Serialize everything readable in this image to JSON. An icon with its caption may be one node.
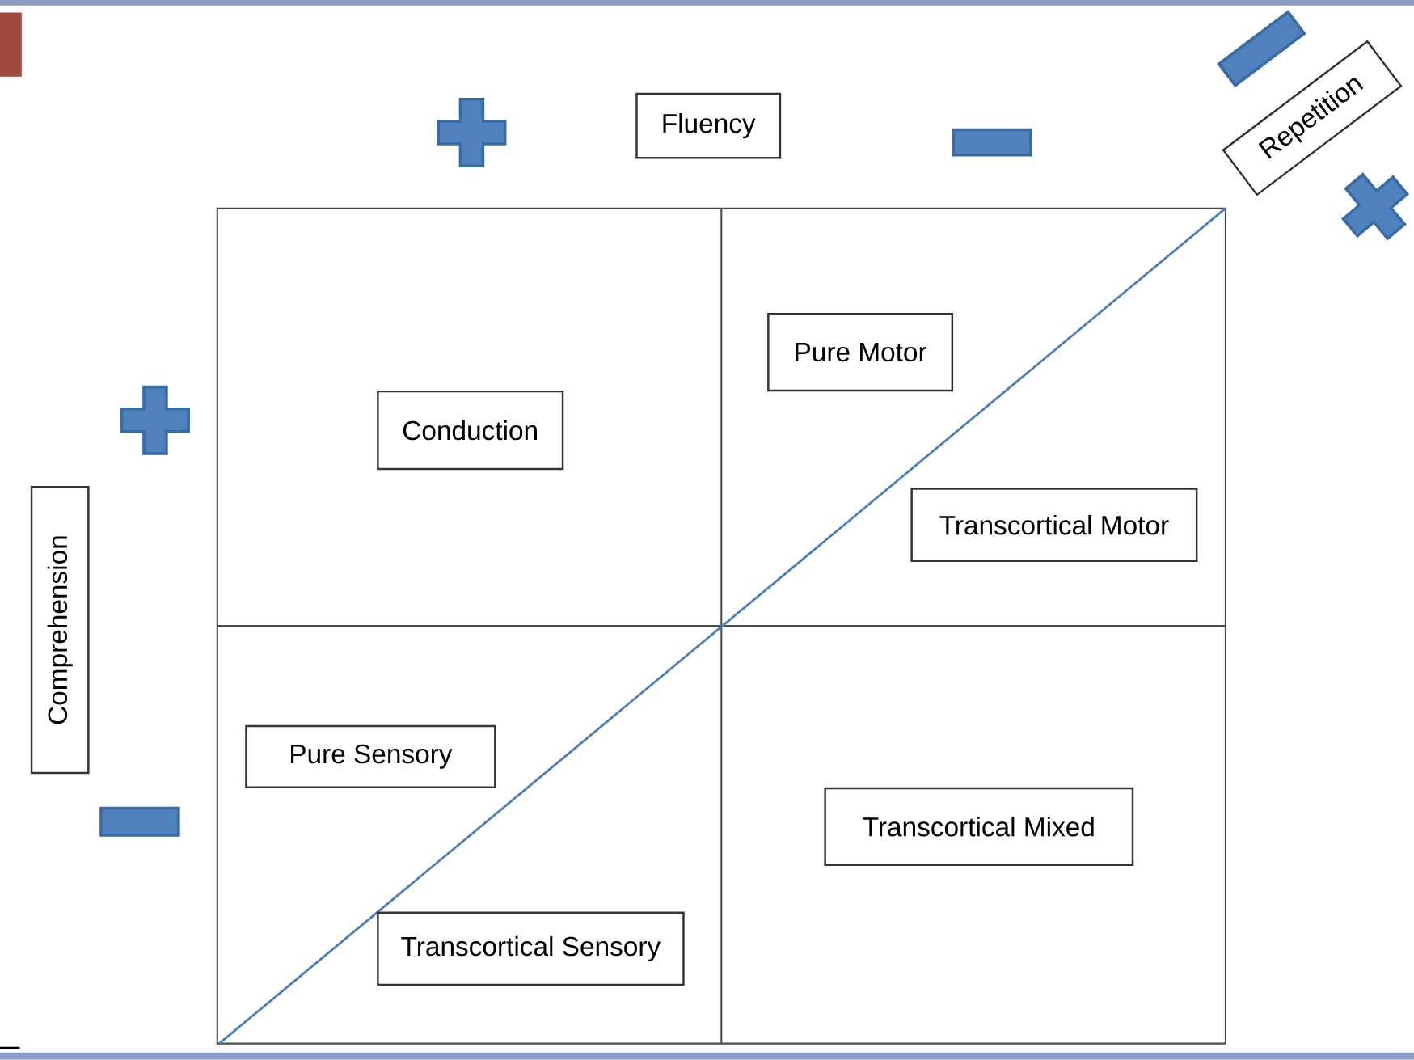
{
  "diagram": {
    "nodes": [
      {
        "text": [
          "Fluency"
        ]
      },
      {
        "text": [
          "Repetition"
        ]
      },
      {
        "text": [
          "Comprehension"
        ]
      },
      {
        "text": [
          "Conduction"
        ]
      },
      {
        "text": [
          "Pure Motor"
        ]
      },
      {
        "text": [
          "Transcortical Motor"
        ]
      },
      {
        "text": [
          "Pure Sensory"
        ]
      },
      {
        "text": [
          "Transcortical Sensory"
        ]
      },
      {
        "text": [
          "Transcortical Mixed"
        ]
      }
    ]
  }
}
